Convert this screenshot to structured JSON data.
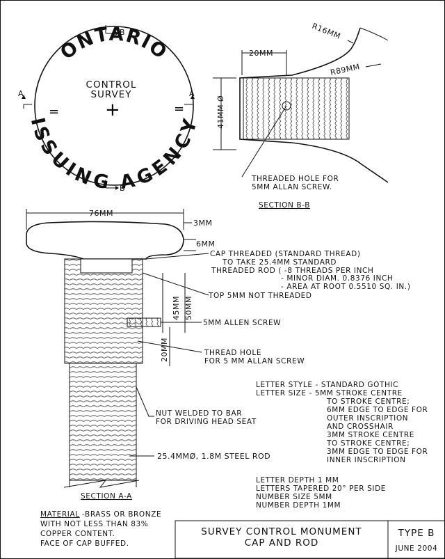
{
  "cap": {
    "top_text": "ONTARIO",
    "bottom_text": "ISSUING AGENCY",
    "center_line1": "CONTROL",
    "center_line2": "SURVEY",
    "crosshair": "+",
    "side_mark": "=",
    "section_b": "B",
    "section_a": "A"
  },
  "section_bb": {
    "radius_top": "R16MM",
    "radius_lower": "R89MM",
    "depth": "20MM",
    "height": "41MM Ø",
    "note_line1": "THREADED HOLE FOR",
    "note_line2": "5MM ALLAN SCREW.",
    "title": "SECTION B-B"
  },
  "section_aa": {
    "width": "76MM",
    "cap_edge": "3MM",
    "cap_thickness": "6MM",
    "len_45": "45MM",
    "len_50": "50MM",
    "len_20": "20MM",
    "title": "SECTION A-A"
  },
  "notes": {
    "cap_threaded": [
      "CAP THREADED (STANDARD THREAD)",
      "TO TAKE 25.4MM STANDARD",
      "THREADED ROD ( -8 THREADS PER INCH",
      "- MINOR DIAM. 0.8376 INCH",
      "- AREA AT ROOT 0.5510 SQ. IN.)"
    ],
    "top_not_threaded": "TOP 5MM NOT THREADED",
    "allen_screw": "5MM ALLEN SCREW",
    "thread_hole": [
      "THREAD HOLE",
      "FOR 5 MM ALLAN SCREW"
    ],
    "nut_welded": [
      "NUT WELDED TO BAR",
      "FOR DRIVING HEAD SEAT"
    ],
    "steel_rod": "25.4MMØ, 1.8M STEEL ROD",
    "letter_style": "LETTER STYLE - STANDARD GOTHIC",
    "letter_size": [
      "LETTER SIZE  - 5MM STROKE CENTRE",
      "TO STROKE CENTRE;",
      "6MM EDGE TO EDGE FOR",
      "OUTER INSCRIPTION",
      "AND CROSSHAIR",
      "3MM STROKE CENTRE",
      "TO STROKE CENTRE;",
      "3MM EDGE TO EDGE FOR",
      "INNER INSCRIPTION"
    ],
    "letter_specs": [
      "LETTER DEPTH  1 MM",
      "LETTERS TAPERED 20° PER SIDE",
      "NUMBER SIZE   5MM",
      "NUMBER DEPTH   1MM"
    ],
    "material_label": "MATERIAL",
    "material": [
      " -BRASS OR BRONZE",
      "WITH NOT LESS THAN 83%",
      "COPPER CONTENT.",
      "FACE OF CAP BUFFED."
    ]
  },
  "title_block": {
    "title_line1": "SURVEY CONTROL MONUMENT",
    "title_line2": "CAP AND ROD",
    "type": "TYPE B",
    "date": "JUNE 2004"
  }
}
